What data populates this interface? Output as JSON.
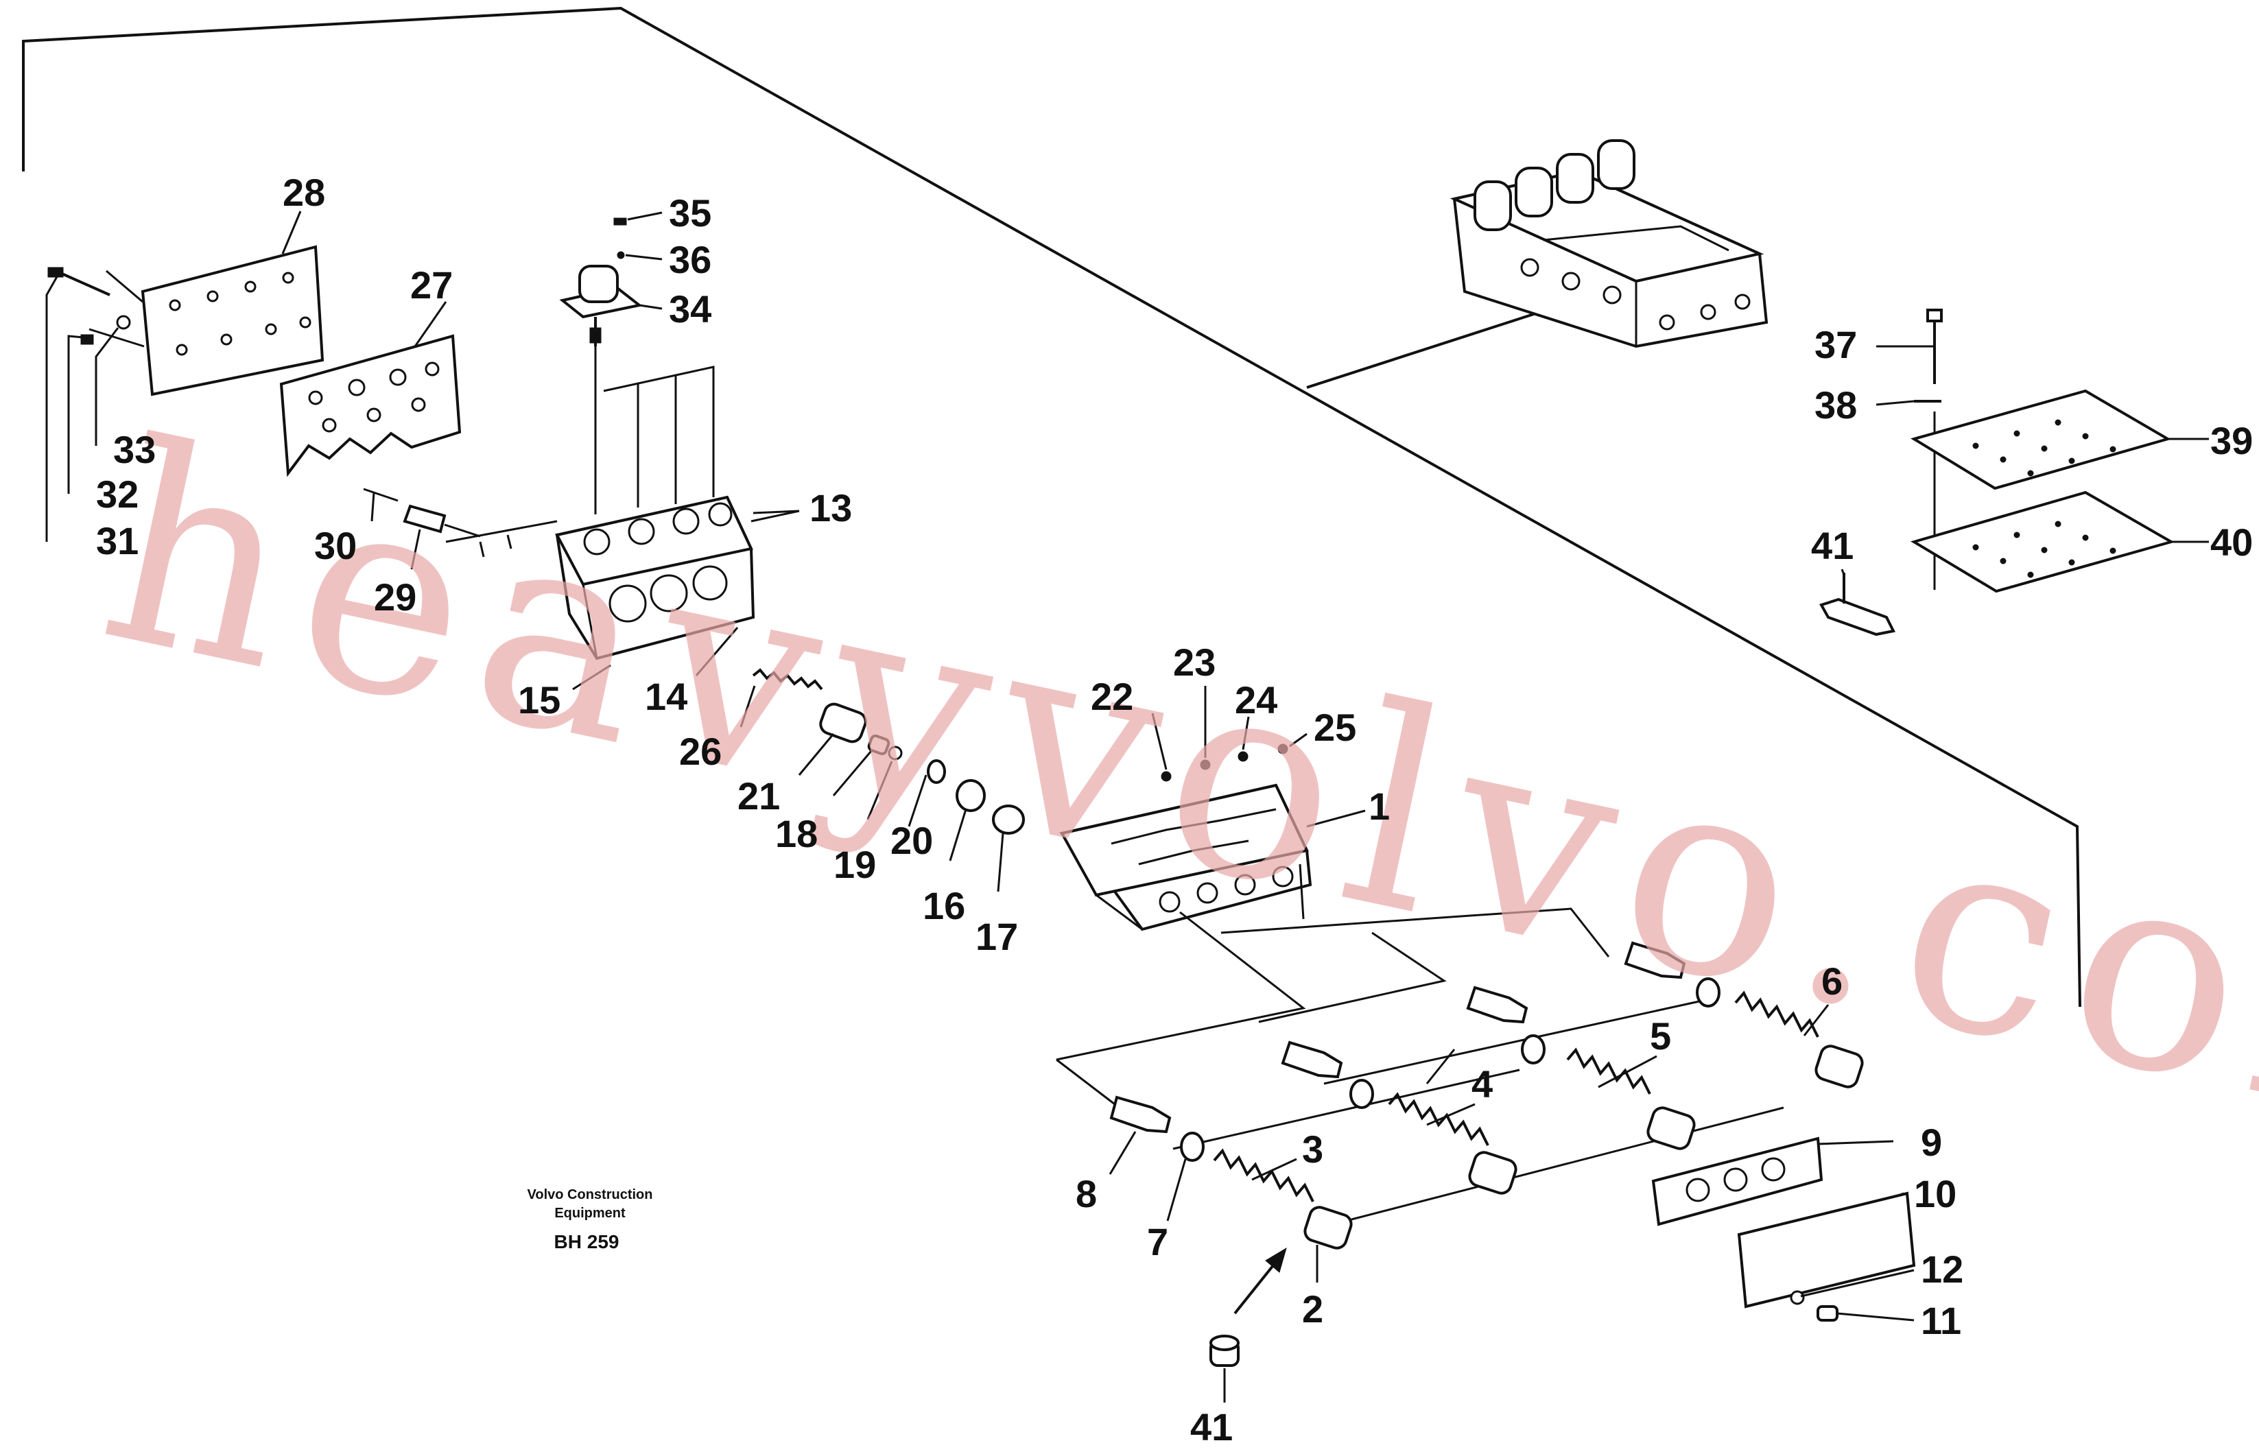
{
  "callouts": [
    {
      "text": "28"
    },
    {
      "text": "27"
    },
    {
      "text": "35"
    },
    {
      "text": "36"
    },
    {
      "text": "34"
    },
    {
      "text": "33"
    },
    {
      "text": "32"
    },
    {
      "text": "31"
    },
    {
      "text": "30"
    },
    {
      "text": "29"
    },
    {
      "text": "13"
    },
    {
      "text": "15"
    },
    {
      "text": "14"
    },
    {
      "text": "26"
    },
    {
      "text": "21"
    },
    {
      "text": "18"
    },
    {
      "text": "19"
    },
    {
      "text": "20"
    },
    {
      "text": "16"
    },
    {
      "text": "17"
    },
    {
      "text": "22"
    },
    {
      "text": "23"
    },
    {
      "text": "24"
    },
    {
      "text": "25"
    },
    {
      "text": "1"
    },
    {
      "text": "37"
    },
    {
      "text": "38"
    },
    {
      "text": "39"
    },
    {
      "text": "40"
    },
    {
      "text": "41"
    },
    {
      "text": "6"
    },
    {
      "text": "5"
    },
    {
      "text": "4"
    },
    {
      "text": "3"
    },
    {
      "text": "8"
    },
    {
      "text": "7"
    },
    {
      "text": "2"
    },
    {
      "text": "9"
    },
    {
      "text": "10"
    },
    {
      "text": "12"
    },
    {
      "text": "11"
    },
    {
      "text": "41"
    }
  ],
  "credit": {
    "line1": "Volvo Construction",
    "line2": "Equipment",
    "code": "BH 259"
  },
  "watermark": "heavyvolvo.com",
  "colors": {
    "ink": "#111111",
    "watermark": "#e8a8a8",
    "background": "#ffffff"
  }
}
